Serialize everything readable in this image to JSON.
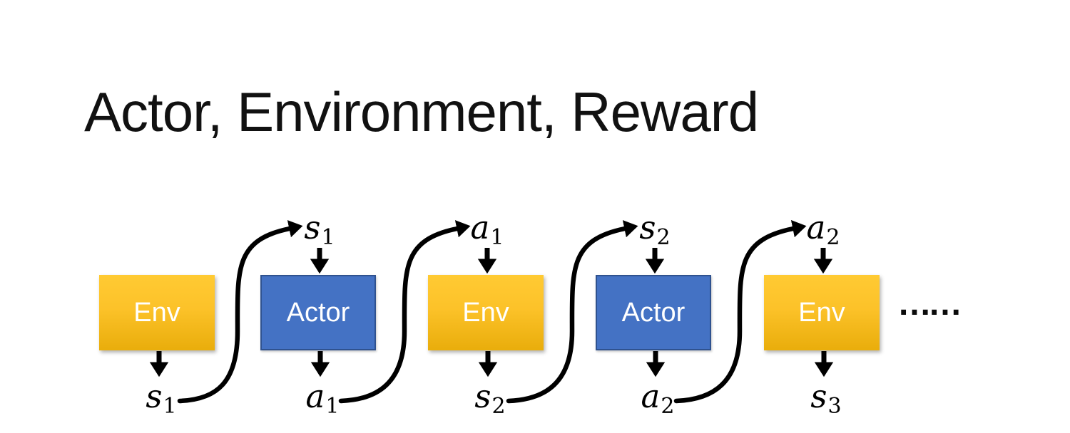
{
  "slide": {
    "title": "Actor, Environment, Reward"
  },
  "diagram": {
    "boxes": [
      {
        "label": "Env",
        "kind": "env"
      },
      {
        "label": "Actor",
        "kind": "actor"
      },
      {
        "label": "Env",
        "kind": "env"
      },
      {
        "label": "Actor",
        "kind": "actor"
      },
      {
        "label": "Env",
        "kind": "env"
      }
    ],
    "top_labels": [
      {
        "base": "s",
        "sub": "1"
      },
      {
        "base": "a",
        "sub": "1"
      },
      {
        "base": "s",
        "sub": "2"
      },
      {
        "base": "a",
        "sub": "2"
      }
    ],
    "bottom_labels": [
      {
        "base": "s",
        "sub": "1"
      },
      {
        "base": "a",
        "sub": "1"
      },
      {
        "base": "s",
        "sub": "2"
      },
      {
        "base": "a",
        "sub": "2"
      },
      {
        "base": "s",
        "sub": "3"
      }
    ],
    "ellipsis": "……"
  },
  "colors": {
    "env_top": "#FFCA33",
    "env_bottom": "#E9AD0B",
    "actor_fill": "#4472C4",
    "actor_border": "#2F528F",
    "arrow": "#000000",
    "title": "#111111"
  }
}
